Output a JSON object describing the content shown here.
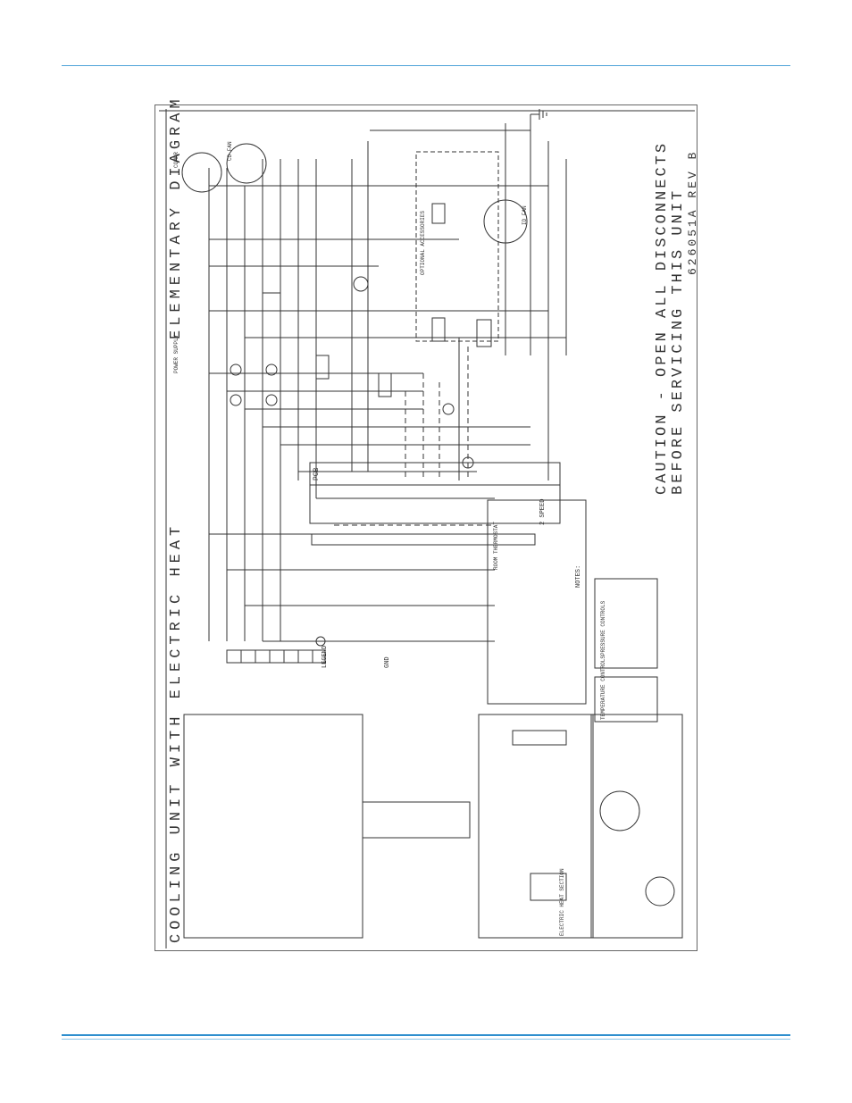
{
  "diagram": {
    "title_left": "COOLING UNIT WITH ELECTRIC HEAT",
    "title_right": "ELEMENTARY DIAGRAM",
    "caution_line1": "CAUTION - OPEN ALL DISCONNECTS",
    "caution_line2": "BEFORE SERVICING THIS UNIT",
    "drawing_number": "626051A REV B",
    "pcb_label": "PCB",
    "two_speed_label": "2 SPEED",
    "legend_label": "LEGEND",
    "notes_label": "NOTES:",
    "gnd_label": "GND",
    "comp_label": "COMPR",
    "fan_label": "ID FAN",
    "cd_fan_label": "CD FAN",
    "thermostat_label": "ROOM THERMOSTAT",
    "pressure_controls_label": "PRESSURE CONTROLS",
    "temperature_controls_label": "TEMPERATURE CONTROLS",
    "electric_heat_section": "ELECTRIC HEAT SECTION",
    "optional_accessories": "OPTIONAL ACCESSORIES",
    "power_supply": "POWER SUPPLY",
    "colors": {
      "rule": "#2f8fce",
      "line": "#333333"
    }
  }
}
